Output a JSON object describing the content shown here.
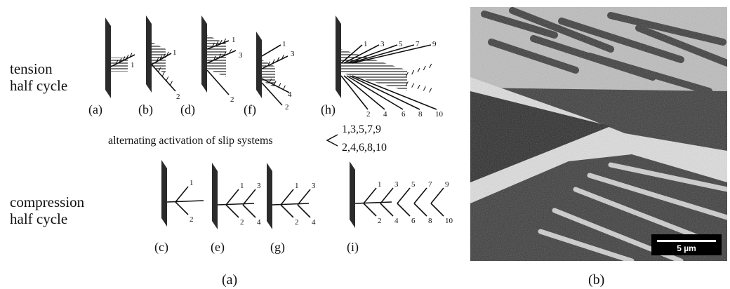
{
  "panel_a": {
    "caption": "(a)",
    "tension_label_1": "tension",
    "tension_label_2": "half cycle",
    "compression_label_1": "compression",
    "compression_label_2": "half cycle",
    "alternating_text": "alternating activation of  slip systems",
    "odd_systems": "1,3,5,7,9",
    "even_systems": "2,4,6,8,10",
    "tension_stages": [
      "(a)",
      "(b)",
      "(d)",
      "(f)",
      "(h)"
    ],
    "compression_stages": [
      "(c)",
      "(e)",
      "(g)",
      "(i)"
    ]
  },
  "panel_b": {
    "caption": "(b)",
    "scale_label": "5 µm"
  }
}
